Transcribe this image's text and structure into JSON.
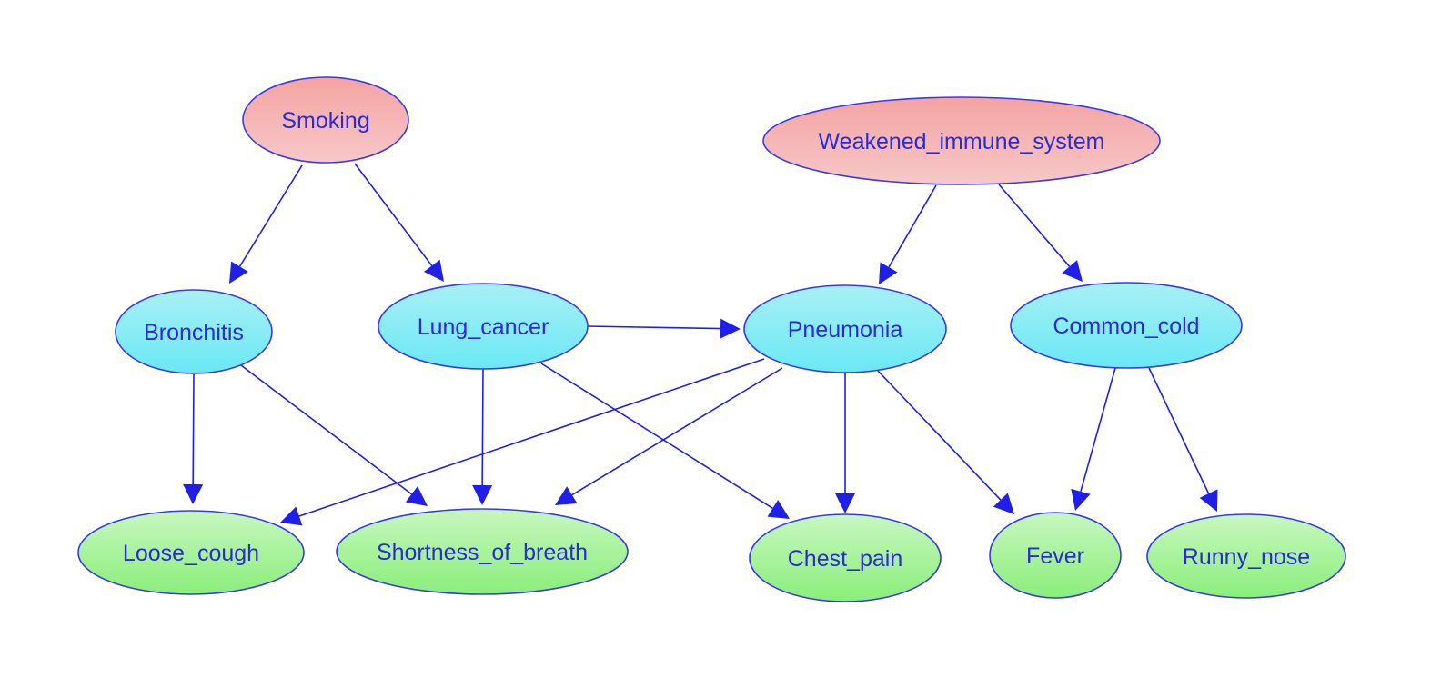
{
  "colors": {
    "edge": "#1f1fe8",
    "label": "#2b2bd6",
    "root_fill_top": "#f4a3a3",
    "root_fill_bottom": "#f7c8c8",
    "disease_fill_top": "#a8f0f5",
    "disease_fill_bottom": "#6ae8f5",
    "symptom_fill_top": "#c8f7c0",
    "symptom_fill_bottom": "#8aee7a"
  },
  "nodes": [
    {
      "id": "smoking",
      "label": "Smoking",
      "kind": "root"
    },
    {
      "id": "weakened_immune_system",
      "label": "Weakened_immune_system",
      "kind": "root"
    },
    {
      "id": "bronchitis",
      "label": "Bronchitis",
      "kind": "disease"
    },
    {
      "id": "lung_cancer",
      "label": "Lung_cancer",
      "kind": "disease"
    },
    {
      "id": "pneumonia",
      "label": "Pneumonia",
      "kind": "disease"
    },
    {
      "id": "common_cold",
      "label": "Common_cold",
      "kind": "disease"
    },
    {
      "id": "loose_cough",
      "label": "Loose_cough",
      "kind": "symptom"
    },
    {
      "id": "shortness_of_breath",
      "label": "Shortness_of_breath",
      "kind": "symptom"
    },
    {
      "id": "chest_pain",
      "label": "Chest_pain",
      "kind": "symptom"
    },
    {
      "id": "fever",
      "label": "Fever",
      "kind": "symptom"
    },
    {
      "id": "runny_nose",
      "label": "Runny_nose",
      "kind": "symptom"
    }
  ],
  "edges": [
    {
      "from": "smoking",
      "to": "bronchitis"
    },
    {
      "from": "smoking",
      "to": "lung_cancer"
    },
    {
      "from": "weakened_immune_system",
      "to": "pneumonia"
    },
    {
      "from": "weakened_immune_system",
      "to": "common_cold"
    },
    {
      "from": "lung_cancer",
      "to": "pneumonia"
    },
    {
      "from": "bronchitis",
      "to": "loose_cough"
    },
    {
      "from": "bronchitis",
      "to": "shortness_of_breath"
    },
    {
      "from": "lung_cancer",
      "to": "shortness_of_breath"
    },
    {
      "from": "lung_cancer",
      "to": "chest_pain"
    },
    {
      "from": "pneumonia",
      "to": "loose_cough"
    },
    {
      "from": "pneumonia",
      "to": "shortness_of_breath"
    },
    {
      "from": "pneumonia",
      "to": "chest_pain"
    },
    {
      "from": "pneumonia",
      "to": "fever"
    },
    {
      "from": "common_cold",
      "to": "fever"
    },
    {
      "from": "common_cold",
      "to": "runny_nose"
    }
  ]
}
